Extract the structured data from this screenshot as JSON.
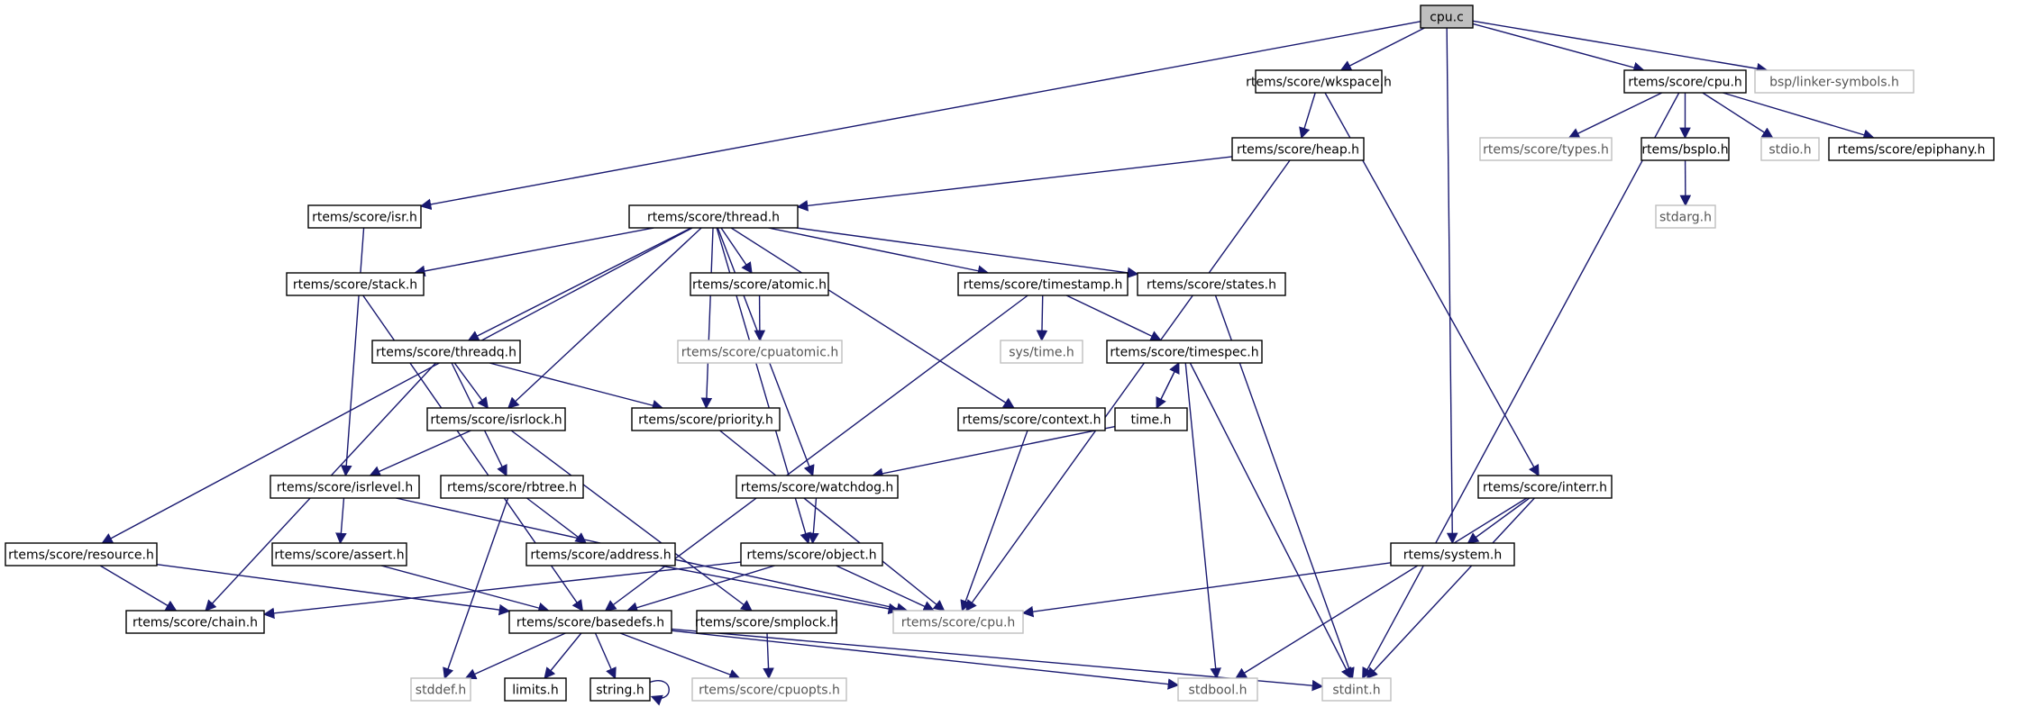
{
  "nodes": [
    {
      "id": "cpu_c",
      "label": "cpu.c",
      "style": "root"
    },
    {
      "id": "wkspace",
      "label": "rtems/score/wkspace.h",
      "style": "normal"
    },
    {
      "id": "cpu_h_score",
      "label": "rtems/score/cpu.h",
      "style": "normal"
    },
    {
      "id": "linker",
      "label": "bsp/linker-symbols.h",
      "style": "missing"
    },
    {
      "id": "heap",
      "label": "rtems/score/heap.h",
      "style": "normal"
    },
    {
      "id": "types",
      "label": "rtems/score/types.h",
      "style": "missing"
    },
    {
      "id": "bspIo",
      "label": "rtems/bspIo.h",
      "style": "normal"
    },
    {
      "id": "stdio",
      "label": "stdio.h",
      "style": "missing"
    },
    {
      "id": "epiphany",
      "label": "rtems/score/epiphany.h",
      "style": "normal"
    },
    {
      "id": "isr",
      "label": "rtems/score/isr.h",
      "style": "normal"
    },
    {
      "id": "thread",
      "label": "rtems/score/thread.h",
      "style": "normal"
    },
    {
      "id": "stdarg",
      "label": "stdarg.h",
      "style": "missing"
    },
    {
      "id": "stack",
      "label": "rtems/score/stack.h",
      "style": "normal"
    },
    {
      "id": "atomic",
      "label": "rtems/score/atomic.h",
      "style": "normal"
    },
    {
      "id": "timestamp",
      "label": "rtems/score/timestamp.h",
      "style": "normal"
    },
    {
      "id": "states",
      "label": "rtems/score/states.h",
      "style": "normal"
    },
    {
      "id": "threadq",
      "label": "rtems/score/threadq.h",
      "style": "normal"
    },
    {
      "id": "cpuatomic",
      "label": "rtems/score/cpuatomic.h",
      "style": "missing"
    },
    {
      "id": "systime",
      "label": "sys/time.h",
      "style": "missing"
    },
    {
      "id": "timespec",
      "label": "rtems/score/timespec.h",
      "style": "normal"
    },
    {
      "id": "isrlock",
      "label": "rtems/score/isrlock.h",
      "style": "normal"
    },
    {
      "id": "priority",
      "label": "rtems/score/priority.h",
      "style": "normal"
    },
    {
      "id": "context",
      "label": "rtems/score/context.h",
      "style": "normal"
    },
    {
      "id": "time_h",
      "label": "time.h",
      "style": "normal"
    },
    {
      "id": "isrlevel",
      "label": "rtems/score/isrlevel.h",
      "style": "normal"
    },
    {
      "id": "rbtree",
      "label": "rtems/score/rbtree.h",
      "style": "normal"
    },
    {
      "id": "watchdog",
      "label": "rtems/score/watchdog.h",
      "style": "normal"
    },
    {
      "id": "interr",
      "label": "rtems/score/interr.h",
      "style": "normal"
    },
    {
      "id": "resource",
      "label": "rtems/score/resource.h",
      "style": "normal"
    },
    {
      "id": "assert",
      "label": "rtems/score/assert.h",
      "style": "normal"
    },
    {
      "id": "address",
      "label": "rtems/score/address.h",
      "style": "normal"
    },
    {
      "id": "object",
      "label": "rtems/score/object.h",
      "style": "normal"
    },
    {
      "id": "system",
      "label": "rtems/system.h",
      "style": "normal"
    },
    {
      "id": "chain",
      "label": "rtems/score/chain.h",
      "style": "normal"
    },
    {
      "id": "basedefs",
      "label": "rtems/score/basedefs.h",
      "style": "normal"
    },
    {
      "id": "smplock",
      "label": "rtems/score/smplock.h",
      "style": "normal"
    },
    {
      "id": "cpu_h_lower",
      "label": "rtems/score/cpu.h",
      "style": "missing"
    },
    {
      "id": "stddef",
      "label": "stddef.h",
      "style": "missing"
    },
    {
      "id": "limits",
      "label": "limits.h",
      "style": "normal"
    },
    {
      "id": "string",
      "label": "string.h",
      "style": "normal"
    },
    {
      "id": "cpuopts",
      "label": "rtems/score/cpuopts.h",
      "style": "missing"
    },
    {
      "id": "stdbool",
      "label": "stdbool.h",
      "style": "missing"
    },
    {
      "id": "stdint",
      "label": "stdint.h",
      "style": "missing"
    }
  ],
  "edges": [
    [
      "cpu_c",
      "isr"
    ],
    [
      "cpu_c",
      "wkspace"
    ],
    [
      "cpu_c",
      "system"
    ],
    [
      "cpu_c",
      "cpu_h_score"
    ],
    [
      "cpu_c",
      "linker"
    ],
    [
      "wkspace",
      "heap"
    ],
    [
      "wkspace",
      "interr"
    ],
    [
      "heap",
      "thread"
    ],
    [
      "heap",
      "cpu_h_lower"
    ],
    [
      "cpu_h_score",
      "types"
    ],
    [
      "cpu_h_score",
      "bspIo"
    ],
    [
      "cpu_h_score",
      "stdio"
    ],
    [
      "cpu_h_score",
      "epiphany"
    ],
    [
      "cpu_h_score",
      "stdint"
    ],
    [
      "bspIo",
      "stdarg"
    ],
    [
      "isr",
      "isrlevel"
    ],
    [
      "thread",
      "resource"
    ],
    [
      "thread",
      "stack"
    ],
    [
      "thread",
      "threadq"
    ],
    [
      "thread",
      "isrlock"
    ],
    [
      "thread",
      "object"
    ],
    [
      "thread",
      "watchdog"
    ],
    [
      "thread",
      "priority"
    ],
    [
      "thread",
      "atomic"
    ],
    [
      "thread",
      "context"
    ],
    [
      "thread",
      "timestamp"
    ],
    [
      "thread",
      "states"
    ],
    [
      "stack",
      "basedefs"
    ],
    [
      "atomic",
      "cpuatomic"
    ],
    [
      "timestamp",
      "systime"
    ],
    [
      "timestamp",
      "timespec"
    ],
    [
      "timestamp",
      "basedefs"
    ],
    [
      "states",
      "stdint"
    ],
    [
      "threadq",
      "isrlock"
    ],
    [
      "threadq",
      "priority"
    ],
    [
      "threadq",
      "rbtree"
    ],
    [
      "threadq",
      "chain"
    ],
    [
      "timespec",
      "time_h"
    ],
    [
      "timespec",
      "stdbool"
    ],
    [
      "timespec",
      "stdint"
    ],
    [
      "time_h",
      "timespec"
    ],
    [
      "time_h",
      "watchdog"
    ],
    [
      "isrlock",
      "isrlevel"
    ],
    [
      "isrlock",
      "smplock"
    ],
    [
      "priority",
      "cpu_h_lower"
    ],
    [
      "context",
      "cpu_h_lower"
    ],
    [
      "isrlevel",
      "assert"
    ],
    [
      "isrlevel",
      "cpu_h_lower"
    ],
    [
      "rbtree",
      "address"
    ],
    [
      "rbtree",
      "stddef"
    ],
    [
      "watchdog",
      "object"
    ],
    [
      "interr",
      "system"
    ],
    [
      "interr",
      "stdbool"
    ],
    [
      "interr",
      "stdint"
    ],
    [
      "resource",
      "chain"
    ],
    [
      "resource",
      "basedefs"
    ],
    [
      "assert",
      "basedefs"
    ],
    [
      "address",
      "cpu_h_lower"
    ],
    [
      "object",
      "chain"
    ],
    [
      "object",
      "basedefs"
    ],
    [
      "object",
      "cpu_h_lower"
    ],
    [
      "system",
      "cpu_h_lower"
    ],
    [
      "basedefs",
      "stddef"
    ],
    [
      "basedefs",
      "limits"
    ],
    [
      "basedefs",
      "string"
    ],
    [
      "basedefs",
      "cpuopts"
    ],
    [
      "basedefs",
      "stdbool"
    ],
    [
      "basedefs",
      "stdint"
    ],
    [
      "smplock",
      "cpuopts"
    ],
    [
      "string",
      "string"
    ]
  ],
  "colors": {
    "edge": "#191970",
    "border": "#000000",
    "missing_border": "#bfbfbf",
    "root_fill": "#bfbfbf",
    "fill": "#ffffff",
    "text": "#000000",
    "missing_text": "#555555"
  }
}
